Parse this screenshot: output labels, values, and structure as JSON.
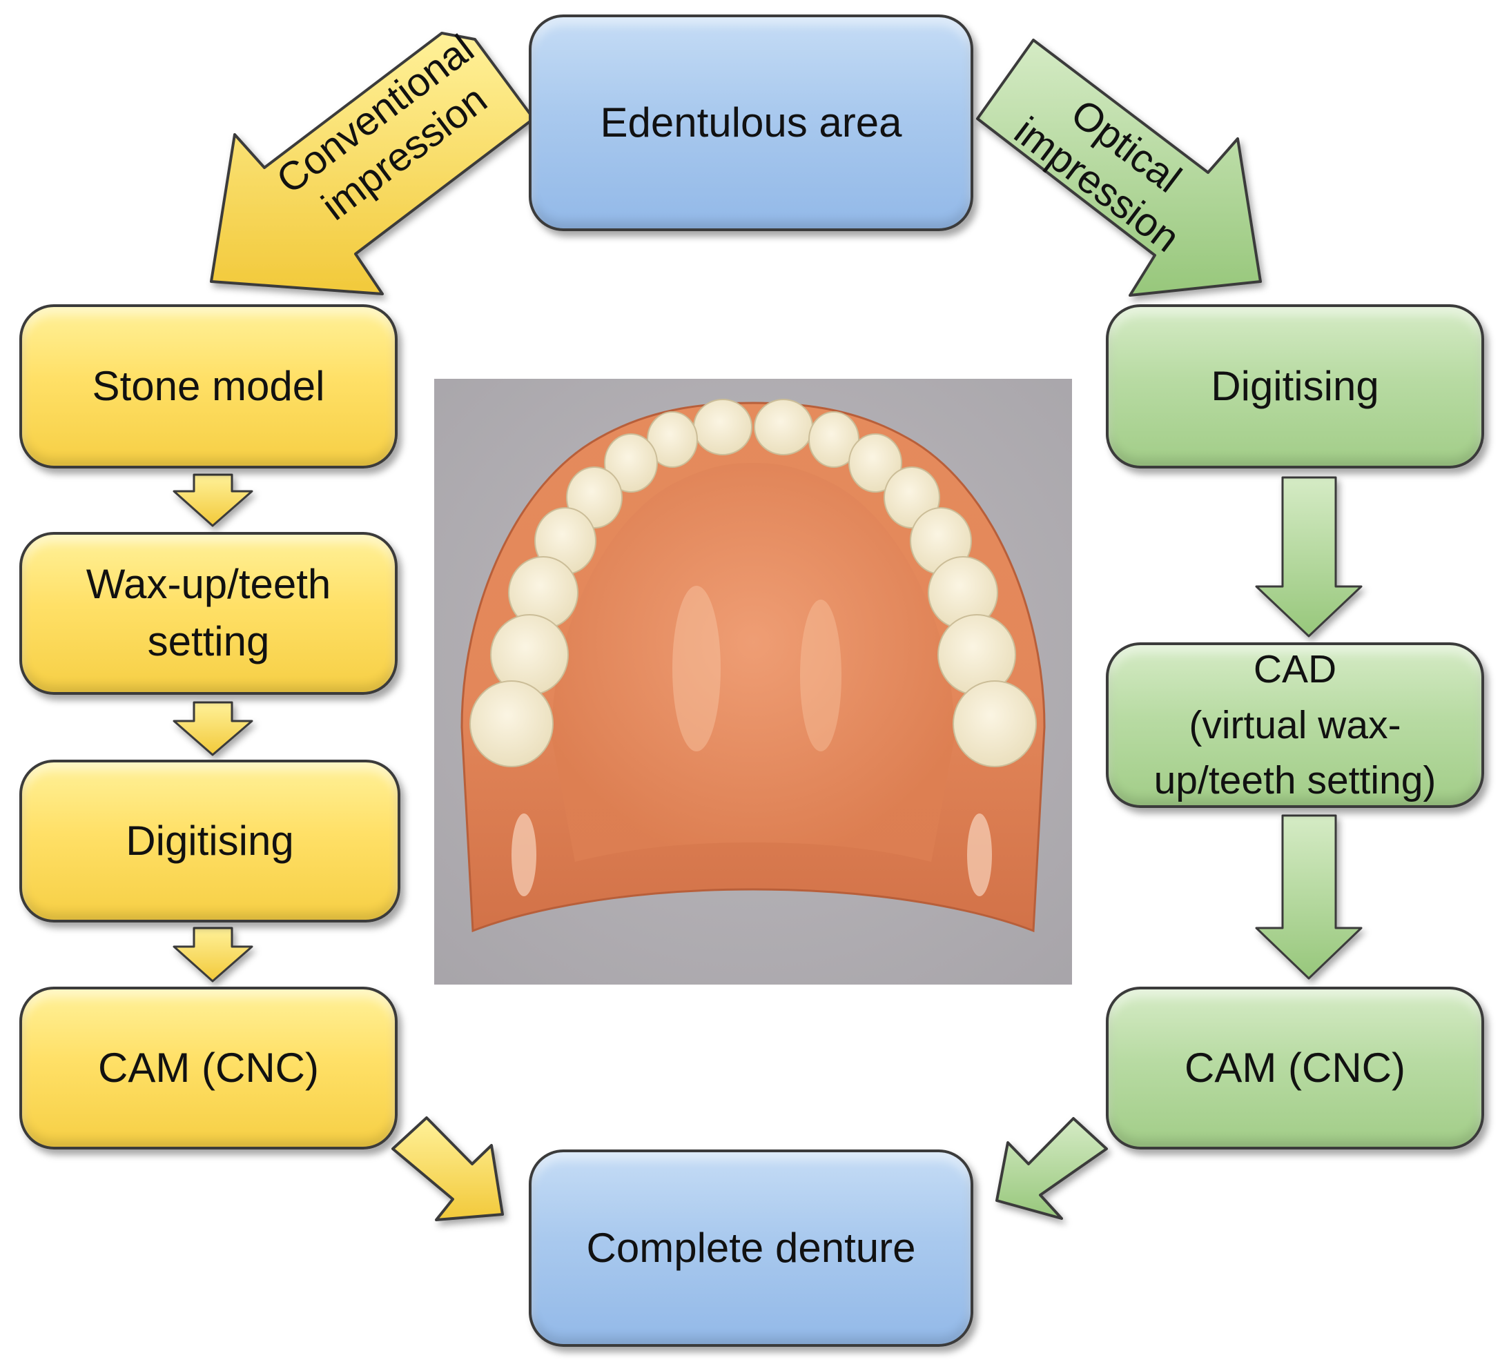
{
  "nodes": {
    "top": "Edentulous area",
    "bottom": "Complete denture",
    "left": [
      "Stone model",
      "Wax-up/teeth\nsetting",
      "Digitising",
      "CAM (CNC)"
    ],
    "right": [
      "Digitising",
      "CAD\n(virtual wax-\nup/teeth setting)",
      "CAM (CNC)"
    ]
  },
  "branches": {
    "left": "Conventional\nimpression",
    "right": "Optical\nimpression"
  },
  "colors": {
    "blue": "#a9c9ee",
    "yellow": "#ffe067",
    "green": "#b8dba3",
    "border": "#3b3b3b",
    "denture_base": "#e0875a",
    "teeth": "#f3ead0"
  },
  "photo": {
    "subject": "complete denture"
  }
}
